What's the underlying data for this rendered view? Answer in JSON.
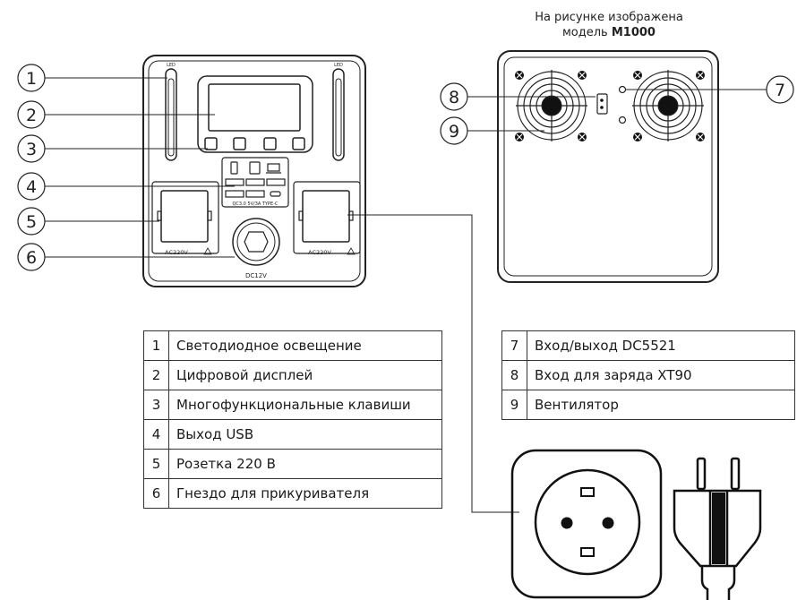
{
  "caption": {
    "line1": "На рисунке изображена",
    "line2_prefix": "модель",
    "model": "M1000"
  },
  "front_panel": {
    "led_label": "LED",
    "usb_label": "QC3.0 5V/3A TYPE-C",
    "ac_label": "AC220V",
    "dc_label": "DC12V"
  },
  "callouts": [
    "1",
    "2",
    "3",
    "4",
    "5",
    "6",
    "7",
    "8",
    "9"
  ],
  "legend_left": [
    {
      "num": "1",
      "text": "Светодиодное освещение"
    },
    {
      "num": "2",
      "text": "Цифровой дисплей"
    },
    {
      "num": "3",
      "text": "Многофункциональные клавиши"
    },
    {
      "num": "4",
      "text": "Выход USB"
    },
    {
      "num": "5",
      "text": "Розетка 220 В"
    },
    {
      "num": "6",
      "text": "Гнездо для прикуривателя"
    }
  ],
  "legend_right": [
    {
      "num": "7",
      "text": "Вход/выход DC5521"
    },
    {
      "num": "8",
      "text": "Вход для заряда XT90"
    },
    {
      "num": "9",
      "text": "Вентилятор"
    }
  ]
}
